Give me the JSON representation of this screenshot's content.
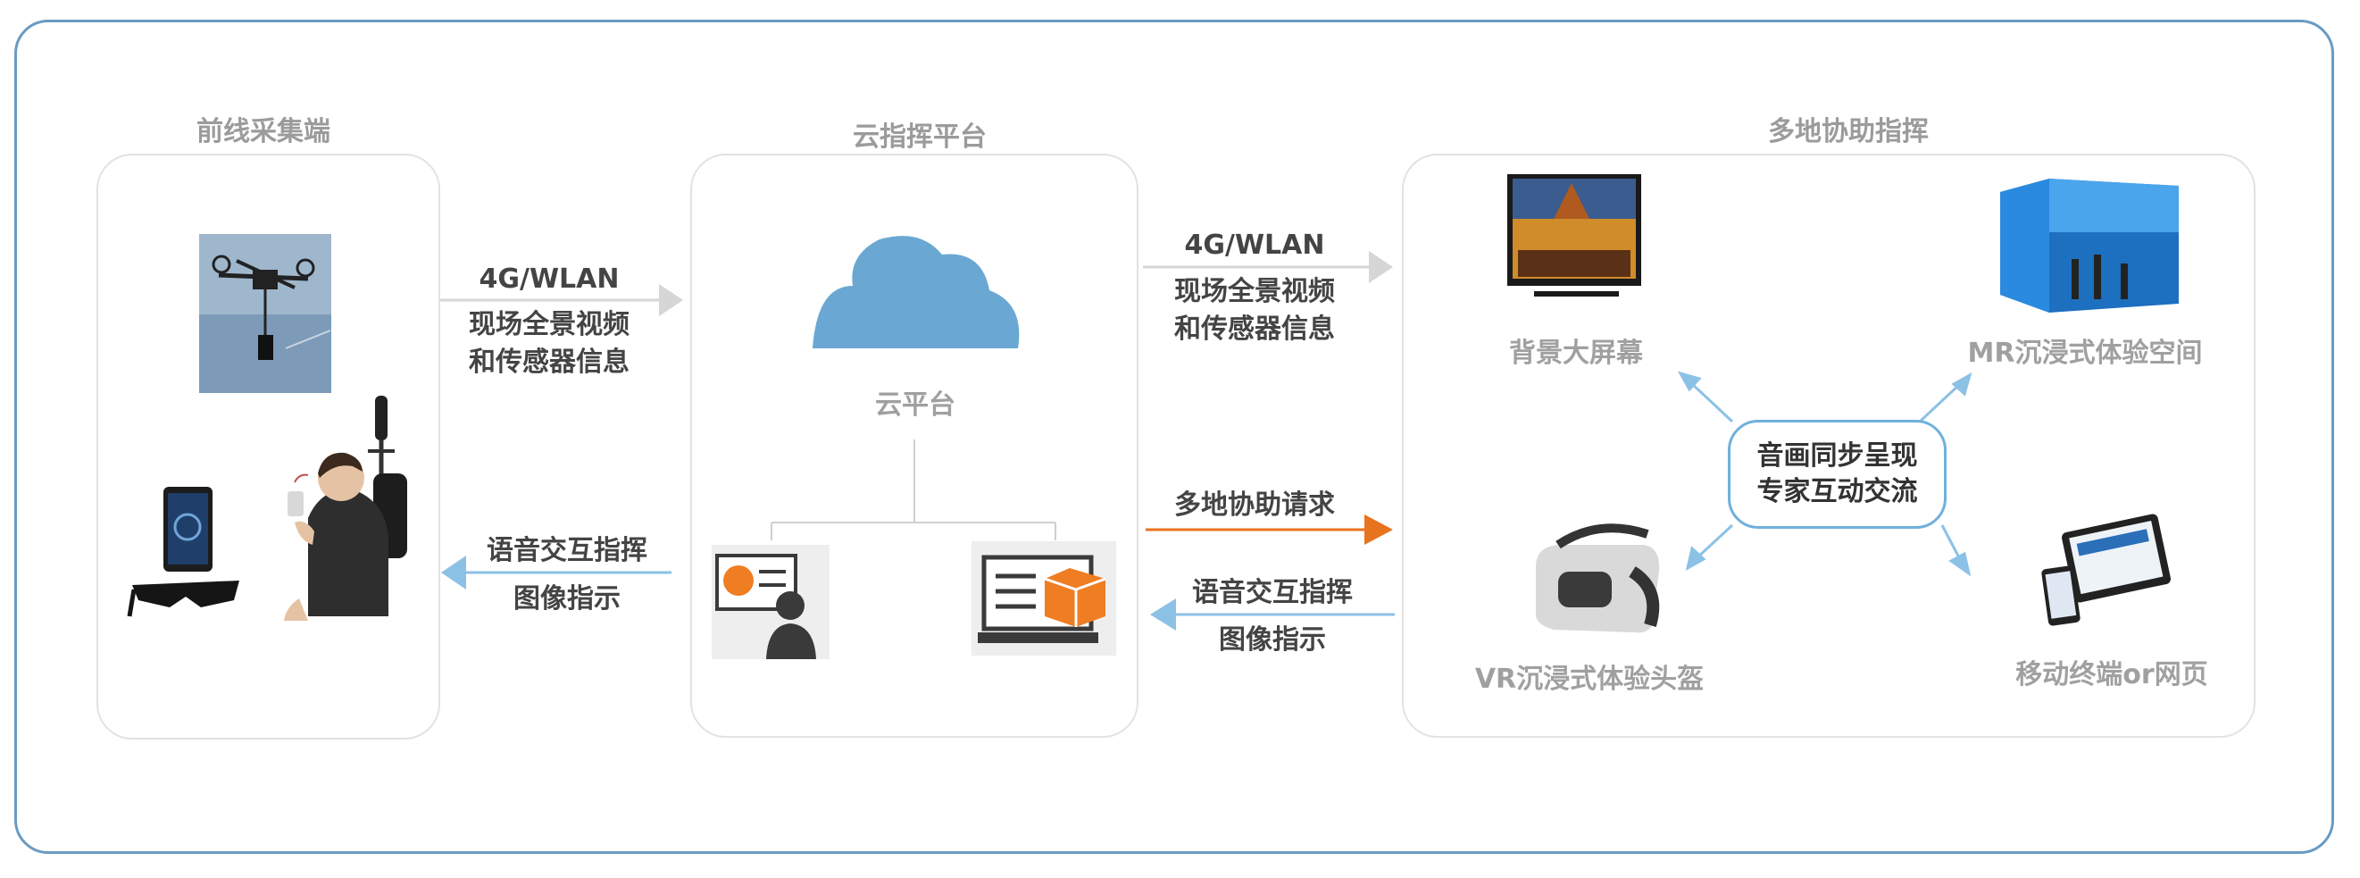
{
  "sections": {
    "frontline": "前线采集端",
    "cloud_command": "云指挥平台",
    "multi_site": "多地协助指挥"
  },
  "cloud_platform_label": "云平台",
  "arrows": {
    "uplink_left": {
      "top": "4G/WLAN",
      "line1": "现场全景视频",
      "line2": "和传感器信息"
    },
    "uplink_right": {
      "top": "4G/WLAN",
      "line1": "现场全景视频",
      "line2": "和传感器信息"
    },
    "request": {
      "top": "多地协助请求"
    },
    "downlink_right": {
      "line1": "语音交互指挥",
      "line2": "图像指示"
    },
    "downlink_left": {
      "line1": "语音交互指挥",
      "line2": "图像指示"
    }
  },
  "hub": {
    "line1": "音画同步呈现",
    "line2": "专家互动交流"
  },
  "devices": {
    "big_screen": "背景大屏幕",
    "mr_space": "MR沉浸式体验空间",
    "vr_headset": "VR沉浸式体验头盔",
    "mobile_web": "移动终端or网页"
  },
  "colors": {
    "frame": "#6a9bc2",
    "cloud": "#6aa8d3",
    "request_arrow": "#e8731f",
    "downlink_arrow": "#8cc1e6",
    "uplink_arrow": "#d6d6d6",
    "hub_border": "#6fb0dc"
  }
}
